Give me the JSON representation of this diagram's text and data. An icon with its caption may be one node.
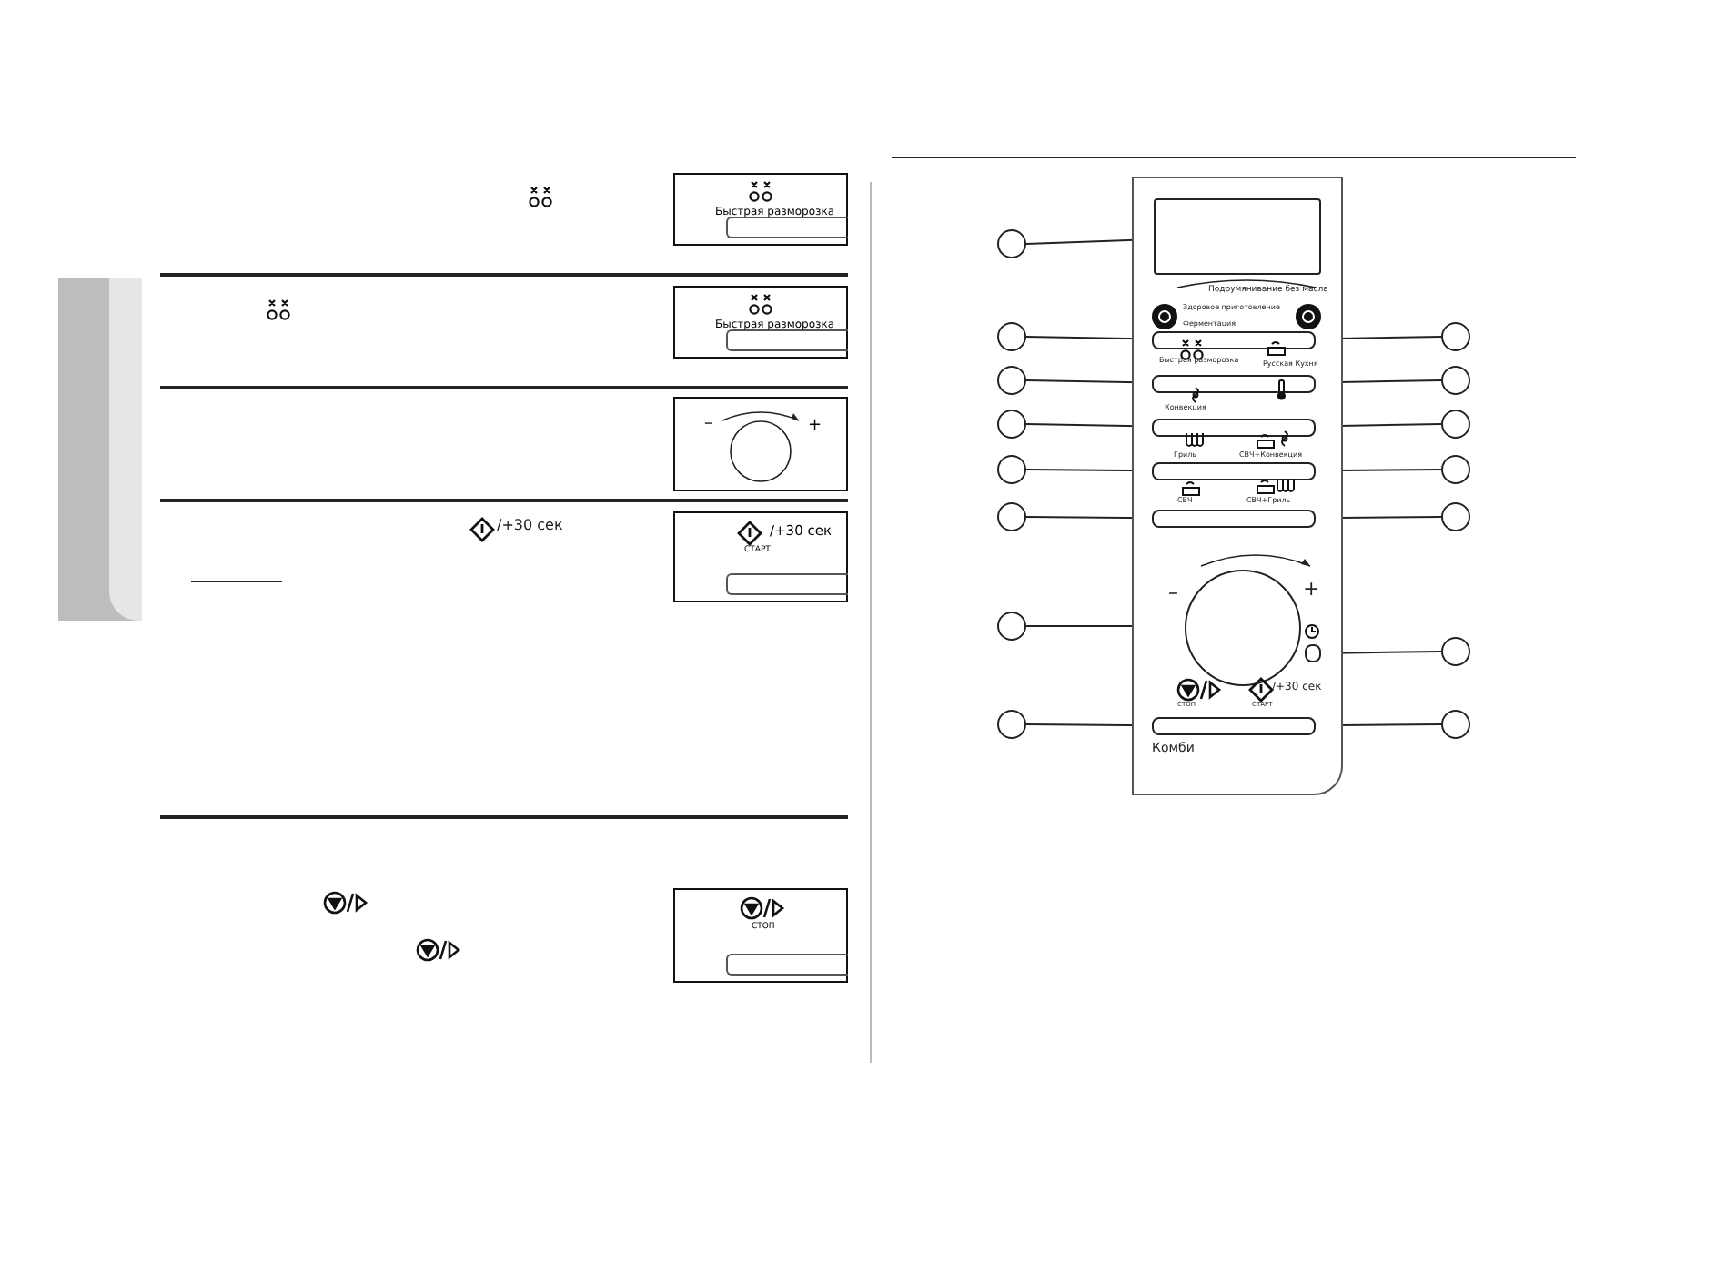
{
  "diagram": {
    "nodes": [
      {
        "text": [
          "Быстрая разморозка"
        ]
      },
      {
        "text": [
          "Быстрая разморозка"
        ]
      },
      {
        "text": [
          "–",
          "+"
        ]
      },
      {
        "text": [
          "/+30 сек",
          "СТАРТ"
        ]
      },
      {
        "text": [
          "СТОП"
        ]
      },
      {
        "text": [],
        "shape": "box"
      },
      {
        "text": [],
        "shape": "box",
        "in": 5
      },
      {
        "text": [],
        "shape": "box",
        "in": 5
      },
      {
        "text": [],
        "shape": "box",
        "in": 5
      },
      {
        "text": [],
        "shape": "box",
        "in": 5
      },
      {
        "text": [],
        "shape": "box",
        "in": 5
      },
      {
        "text": [],
        "shape": "box",
        "in": 5
      },
      {
        "text": [],
        "shape": "circle",
        "in": 5
      },
      {
        "text": [],
        "shape": "box",
        "in": 5
      },
      {
        "text": [],
        "shape": "box",
        "in": 5
      },
      {
        "text": [],
        "shape": "circle"
      },
      {
        "text": [],
        "shape": "circle"
      },
      {
        "text": [],
        "shape": "circle"
      },
      {
        "text": [],
        "shape": "circle"
      },
      {
        "text": [],
        "shape": "circle"
      },
      {
        "text": [],
        "shape": "circle"
      },
      {
        "text": [],
        "shape": "circle"
      },
      {
        "text": [],
        "shape": "circle"
      },
      {
        "text": [],
        "shape": "circle"
      },
      {
        "text": [],
        "shape": "circle"
      },
      {
        "text": [],
        "shape": "circle"
      },
      {
        "text": [],
        "shape": "circle"
      },
      {
        "text": [],
        "shape": "circle"
      },
      {
        "text": [],
        "shape": "circle"
      },
      {
        "text": [],
        "shape": "circle"
      }
    ],
    "edges": [
      {
        "from": 15,
        "to": 6,
        "arrow": "none"
      },
      {
        "from": 16,
        "to": 7,
        "arrow": "none"
      },
      {
        "from": 17,
        "to": 8,
        "arrow": "none"
      },
      {
        "from": 18,
        "to": 9,
        "arrow": "none"
      },
      {
        "from": 19,
        "to": 10,
        "arrow": "none"
      },
      {
        "from": 20,
        "to": 11,
        "arrow": "none"
      },
      {
        "from": 21,
        "to": 12,
        "arrow": "none"
      },
      {
        "from": 22,
        "to": 14,
        "arrow": "none"
      },
      {
        "from": 23,
        "to": 7,
        "arrow": "none"
      },
      {
        "from": 24,
        "to": 8,
        "arrow": "none"
      },
      {
        "from": 25,
        "to": 9,
        "arrow": "none"
      },
      {
        "from": 26,
        "to": 10,
        "arrow": "none"
      },
      {
        "from": 27,
        "to": 11,
        "arrow": "none"
      },
      {
        "from": 28,
        "to": 13,
        "arrow": "none"
      },
      {
        "from": 29,
        "to": 14,
        "arrow": "none"
      }
    ],
    "labels": [
      "/+30 сек",
      "Подрумянивание без масла",
      "Здоровое приготовление",
      "Ферментация",
      "Быстрая разморозка",
      "Русская Кухня",
      "Конвекция",
      "Гриль",
      "СВЧ+Конвекция",
      "СВЧ",
      "СВЧ+Гриль",
      "–",
      "+",
      "СТОП",
      "/+30 сек",
      "СТАРТ",
      "Комби"
    ]
  }
}
